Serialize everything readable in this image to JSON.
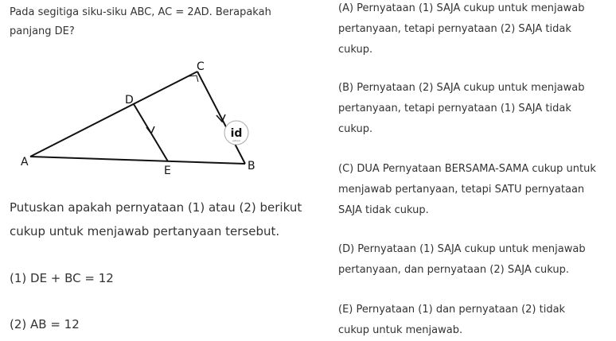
{
  "question": {
    "line1": "Pada segitiga siku-siku ABC, AC = 2AD. Berapakah",
    "line2": "panjang DE?"
  },
  "diagram": {
    "labels": {
      "A": "A",
      "B": "B",
      "C": "C",
      "D": "D",
      "E": "E"
    },
    "logo_text": "id",
    "logo_sub": "school"
  },
  "instruction": {
    "line1": "Putuskan apakah pernyataan (1) atau (2) berikut",
    "line2": "cukup untuk menjawab pertanyaan tersebut."
  },
  "statements": [
    "(1) DE + BC = 12",
    "(2) AB = 12"
  ],
  "options": [
    [
      "(A) Pernyataan (1) SAJA cukup untuk menjawab",
      "pertanyaan, tetapi pernyataan (2) SAJA tidak",
      "cukup."
    ],
    [
      "(B) Pernyataan (2) SAJA cukup untuk menjawab",
      "pertanyaan, tetapi pernyataan (1) SAJA tidak",
      "cukup."
    ],
    [
      "(C) DUA Pernyataan BERSAMA-SAMA cukup untuk",
      "menjawab pertanyaan, tetapi SATU pernyataan",
      "SAJA tidak cukup."
    ],
    [
      "(D) Pernyataan (1) SAJA cukup untuk menjawab",
      "pertanyaan, dan pernyataan (2) SAJA cukup."
    ],
    [
      "(E) Pernyataan (1) dan pernyataan (2) tidak",
      "cukup untuk menjawab."
    ]
  ]
}
